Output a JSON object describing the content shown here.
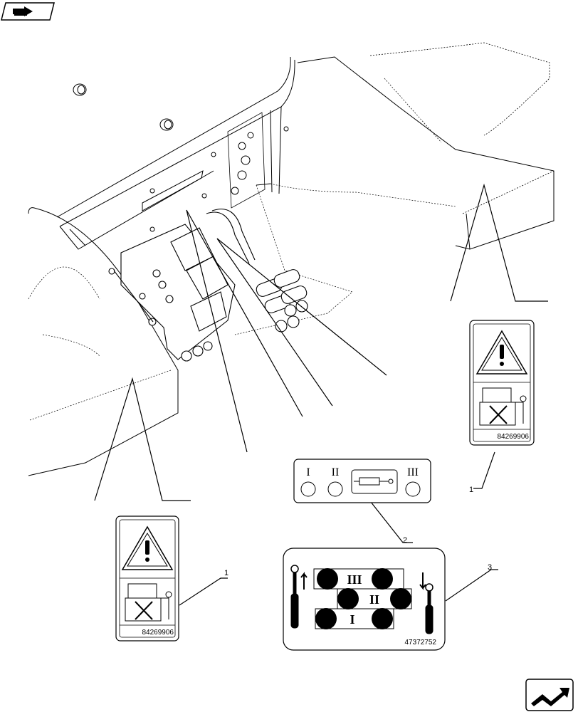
{
  "callouts": {
    "c1_upper": "1",
    "c1_lower": "1",
    "c2": "2",
    "c3": "3"
  },
  "decals": {
    "warning_part_no": "84269906",
    "warning_part_no_lower": "84269906",
    "remote_valve_positions": [
      "I",
      "II",
      "III"
    ],
    "lever_positions": [
      "III",
      "II",
      "I"
    ],
    "lever_decal_part_no": "47372752"
  },
  "icons": {
    "top_left": "book-arrow-icon",
    "bottom_right": "next-page-arrow-icon",
    "warning": "warning-triangle-icon"
  }
}
